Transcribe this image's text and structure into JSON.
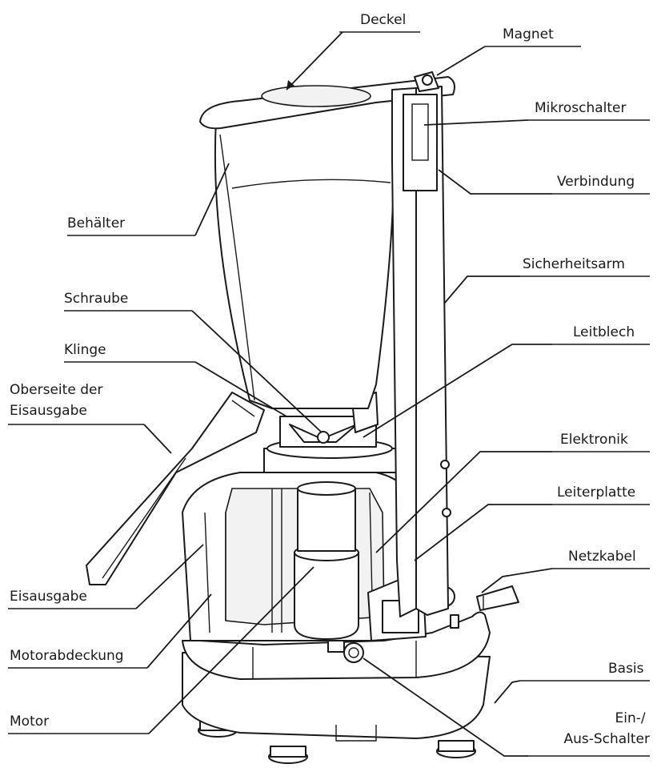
{
  "labels": [
    {
      "key": "deckel",
      "text": "Deckel"
    },
    {
      "key": "magnet",
      "text": "Magnet"
    },
    {
      "key": "mikroschalter",
      "text": "Mikroschalter"
    },
    {
      "key": "verbindung",
      "text": "Verbindung"
    },
    {
      "key": "behaelter",
      "text": "Behälter"
    },
    {
      "key": "sicherheitsarm",
      "text": "Sicherheitsarm"
    },
    {
      "key": "schraube",
      "text": "Schraube"
    },
    {
      "key": "leitblech",
      "text": "Leitblech"
    },
    {
      "key": "klinge",
      "text": "Klinge"
    },
    {
      "key": "oberseite_eisausgabe",
      "text": [
        "Oberseite der",
        "Eisausgabe"
      ]
    },
    {
      "key": "elektronik",
      "text": "Elektronik"
    },
    {
      "key": "leiterplatte",
      "text": "Leiterplatte"
    },
    {
      "key": "netzkabel",
      "text": "Netzkabel"
    },
    {
      "key": "eisausgabe",
      "text": "Eisausgabe"
    },
    {
      "key": "motorabdeckung",
      "text": "Motorabdeckung"
    },
    {
      "key": "basis",
      "text": "Basis"
    },
    {
      "key": "motor",
      "text": "Motor"
    },
    {
      "key": "ein_aus_schalter",
      "text": [
        "Ein-/",
        "Aus-Schalter"
      ]
    }
  ]
}
